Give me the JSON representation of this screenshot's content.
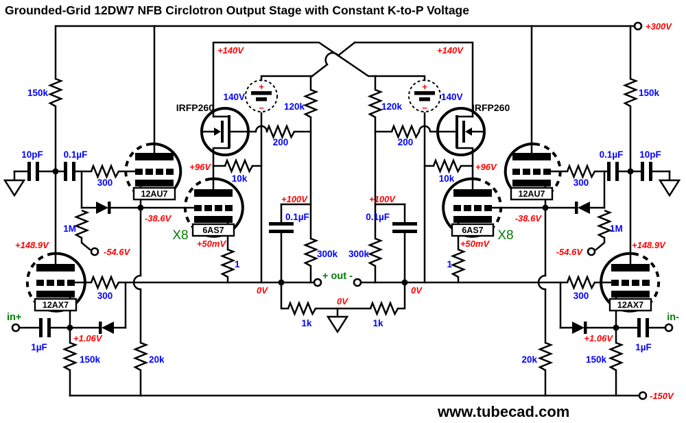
{
  "title": "Grounded-Grid 12DW7 NFB Circlotron Output Stage with Constant K-to-P Voltage",
  "website": "www.tubecad.com",
  "colors": {
    "value": "#0000ff",
    "voltage": "#ff0000",
    "signal": "#007d00",
    "wire": "#000000"
  },
  "labels": {
    "v_300": "+300V",
    "v_m150": "-150V",
    "v_140": "+140V",
    "v_batt": "140V",
    "v_96": "+96V",
    "v_100": "+100V",
    "v_50mv": "+50mV",
    "v_0": "0V",
    "v_1489": "+148.9V",
    "v_106": "+1.06V",
    "v_m386": "-38.6V",
    "v_m546": "-54.6V",
    "r_150k": "150k",
    "r_120k": "120k",
    "r_200": "200",
    "r_10k": "10k",
    "r_300": "300",
    "r_300k": "300k",
    "r_1": "1",
    "r_1k": "1k",
    "r_1m": "1M",
    "r_20k": "20k",
    "c_10pf": "10pF",
    "c_01uf": "0.1µF",
    "c_1uf": "1µF",
    "tube_12au7": "12AU7",
    "tube_6as7": "6AS7",
    "tube_12ax7": "12AX7",
    "mosfet": "IRFP260",
    "x8": "X8",
    "out": "+ out -",
    "in_plus": "in+",
    "in_minus": "in-",
    "plus": "+",
    "minus": "−"
  }
}
